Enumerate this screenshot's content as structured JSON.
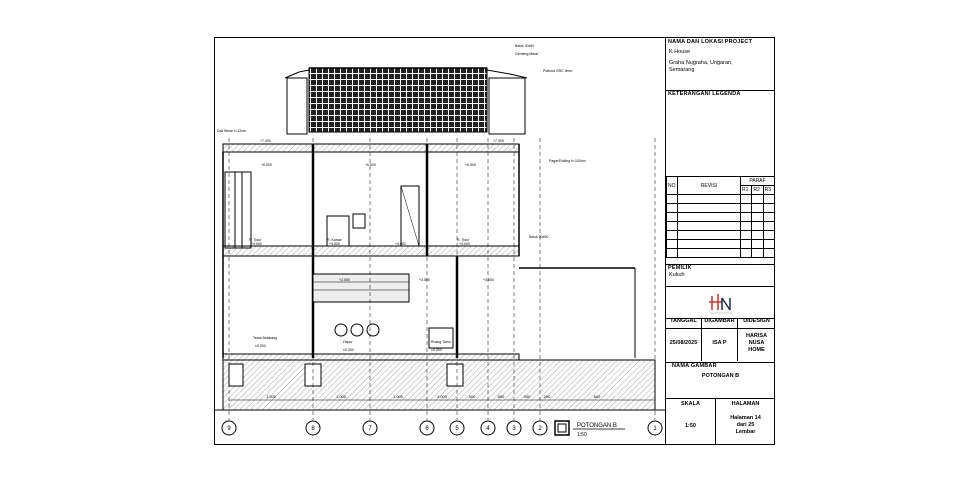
{
  "title_block": {
    "project_header": "NAMA DAN LOKASI PROJECT",
    "project_name": "K House",
    "project_location": "Graha Nugraha, Ungaran, Semarang",
    "legend_header": "KETERANGAN/ LEGENDA",
    "revision": {
      "col_no": "NO",
      "col_revisi": "REVISI",
      "col_paraf": "PARAF",
      "paraf_cols": [
        "R1",
        "R2",
        "R3"
      ]
    },
    "owner_header": "PEMILIK",
    "owner_name": "Kukuh",
    "logo_caption": "HARISA NUSA HOME",
    "date_header": "TANGGAL",
    "drawn_header": "DIGAMBAR",
    "design_header": "DIDESIGN",
    "date_value": "25/08/2025",
    "drawn_value": "ISA P",
    "design_value": "HARISA NUSA HOME",
    "drawing_name_header": "NAMA GAMBAR",
    "drawing_name_value": "POTONGAN B",
    "scale_header": "SKALA",
    "page_header": "HALAMAN",
    "scale_value": "1:50",
    "page_value": "Halaman 14 dari 25 Lembar"
  },
  "drawing": {
    "caption_title": "POTONGAN B",
    "caption_scale": "1:50",
    "grid_labels": [
      "9",
      "8",
      "7",
      "6",
      "5",
      "4",
      "3",
      "2",
      "1"
    ],
    "annotations": {
      "balok_top": "Balok 30x50",
      "genteng": "Genteng Metal",
      "plafond": "Plafond GRC 9mm",
      "dak_beton": "Dak Beton t=12cm",
      "pagar": "Pagar/Railing h=100cm",
      "balok_mid": "Balok 30x50",
      "teras": "Teras Belakang",
      "dapur": "Dapur",
      "ruang_tamu": "Ruang Tamu",
      "km_tidur_1": "R. Tidur",
      "km_tidur_2": "R. Kamar",
      "km_tidur_3": "R. Tidur"
    },
    "levels": {
      "top": "+7.000",
      "top_right": "+7.000",
      "upper_1": "+6.500",
      "upper_2": "+6.500",
      "upper_3": "+6.500",
      "floor2_1": "+4.000",
      "floor2_2": "+4.000",
      "floor2_3": "+4.000",
      "floor2_4": "+4.000",
      "lower_1": "+2.500",
      "lower_2": "+3.500",
      "lower_3": "+3.500",
      "ground_1": "±0.000",
      "ground_2": "±0.000",
      "ground_3": "±0.000"
    },
    "dimensions": [
      "1.200",
      "1.000",
      "1.000",
      "1.000",
      "500",
      "800",
      "300",
      "200",
      "600"
    ]
  },
  "colors": {
    "line": "#000000",
    "hatch": "#555555",
    "logo_red": "#c0392b",
    "logo_dark": "#1b2a4a"
  }
}
